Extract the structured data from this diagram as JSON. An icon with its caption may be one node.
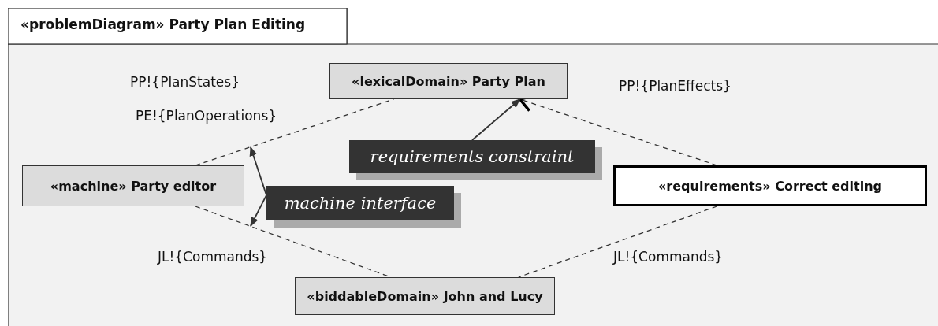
{
  "diagram": {
    "nodes": [
      {
        "text": [
          "«problemDiagram» Party Plan Editing"
        ]
      },
      {
        "text": [
          "«lexicalDomain» Party Plan"
        ],
        "in": 0
      },
      {
        "text": [
          "«machine» Party editor"
        ],
        "in": 0
      },
      {
        "text": [
          "«requirements» Correct editing"
        ],
        "in": 0
      },
      {
        "text": [
          "«biddableDomain» John and Lucy"
        ],
        "in": 0
      },
      {
        "text": [
          "requirements constraint"
        ],
        "in": 0
      },
      {
        "text": [
          "machine interface"
        ],
        "in": 0
      }
    ],
    "edges": [
      {
        "from": 2,
        "to": 1,
        "arrow": "none",
        "style": "dashed"
      },
      {
        "from": 2,
        "to": 4,
        "arrow": "none",
        "style": "dashed"
      },
      {
        "from": 3,
        "to": 4,
        "arrow": "none",
        "style": "dashed"
      },
      {
        "from": 3,
        "to": 1,
        "arrow": "to",
        "style": "dashed"
      },
      {
        "from": 5,
        "to": 1,
        "arrow": "to"
      },
      {
        "from": 6,
        "to": null,
        "arrow": "to"
      },
      {
        "from": 6,
        "to": null,
        "arrow": "to"
      }
    ],
    "labels": [
      "PP!{PlanStates}",
      "PE!{PlanOperations}",
      "PP!{PlanEffects}",
      "JL!{Commands}",
      "JL!{Commands}"
    ]
  }
}
